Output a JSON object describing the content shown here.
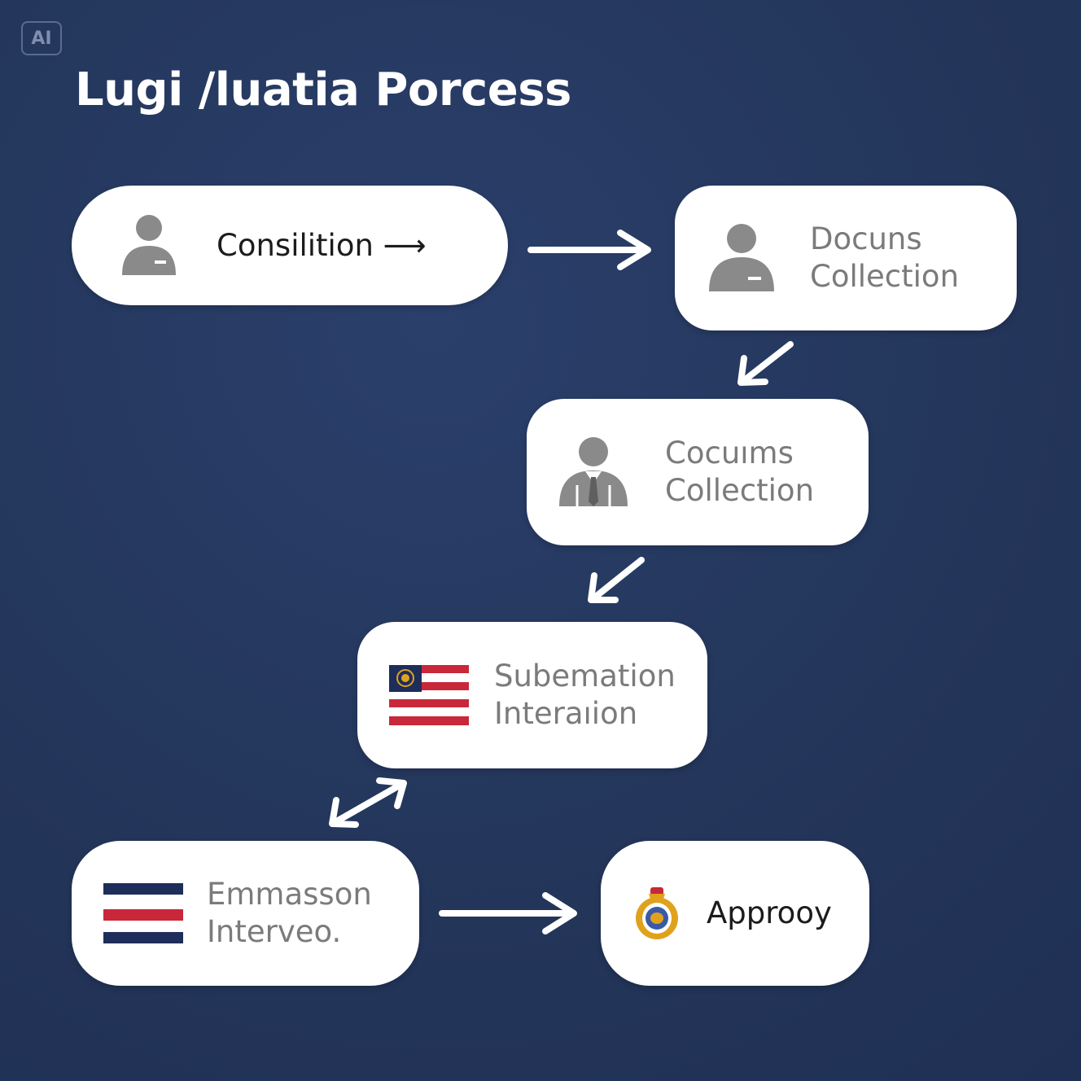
{
  "badge": "AI",
  "title": "Lugi /luatia Porcess",
  "nodes": [
    {
      "label": "Consilition ⟶",
      "icon": "person-icon"
    },
    {
      "label": "Docuns\nCollection",
      "icon": "person-icon"
    },
    {
      "label": "Cocuıms\nCollection",
      "icon": "businessman-icon"
    },
    {
      "label": "Subemation\nInteraıion",
      "icon": "flag-icon"
    },
    {
      "label": "Emmasson\nInterveo.",
      "icon": "stripes-flag-icon"
    },
    {
      "label": "Approoy",
      "icon": "emblem-icon"
    }
  ],
  "colors": {
    "background": "#243760",
    "node": "#ffffff",
    "icon_grey": "#8a8a8a",
    "flag_red": "#c8283a",
    "flag_navy": "#1e2d5a",
    "emblem_gold": "#e0a21c"
  }
}
